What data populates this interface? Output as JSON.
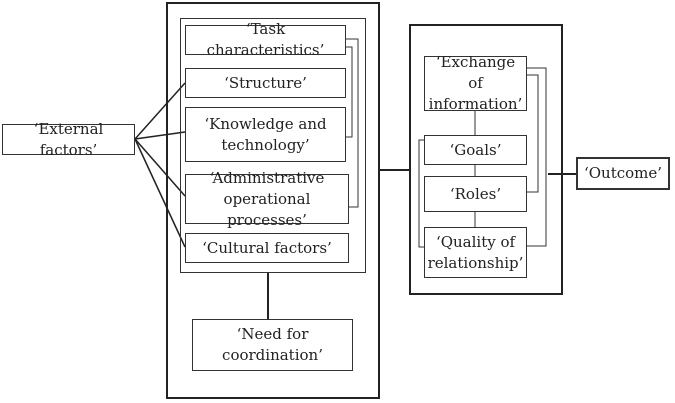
{
  "diagram": {
    "external_factors": "‘External factors’",
    "task_characteristics": "‘Task characteristics’",
    "structure": "‘Structure’",
    "knowledge_technology": "‘Knowledge and technology’",
    "admin_processes": "‘Administrative operational processes’",
    "cultural_factors": "‘Cultural factors’",
    "need_for_coordination": "‘Need for coordination’",
    "exchange_information": "‘Exchange of information’",
    "goals": "‘Goals’",
    "roles": "‘Roles’",
    "quality_relationship": "‘Quality of relationship’",
    "outcome": "‘Outcome’"
  }
}
